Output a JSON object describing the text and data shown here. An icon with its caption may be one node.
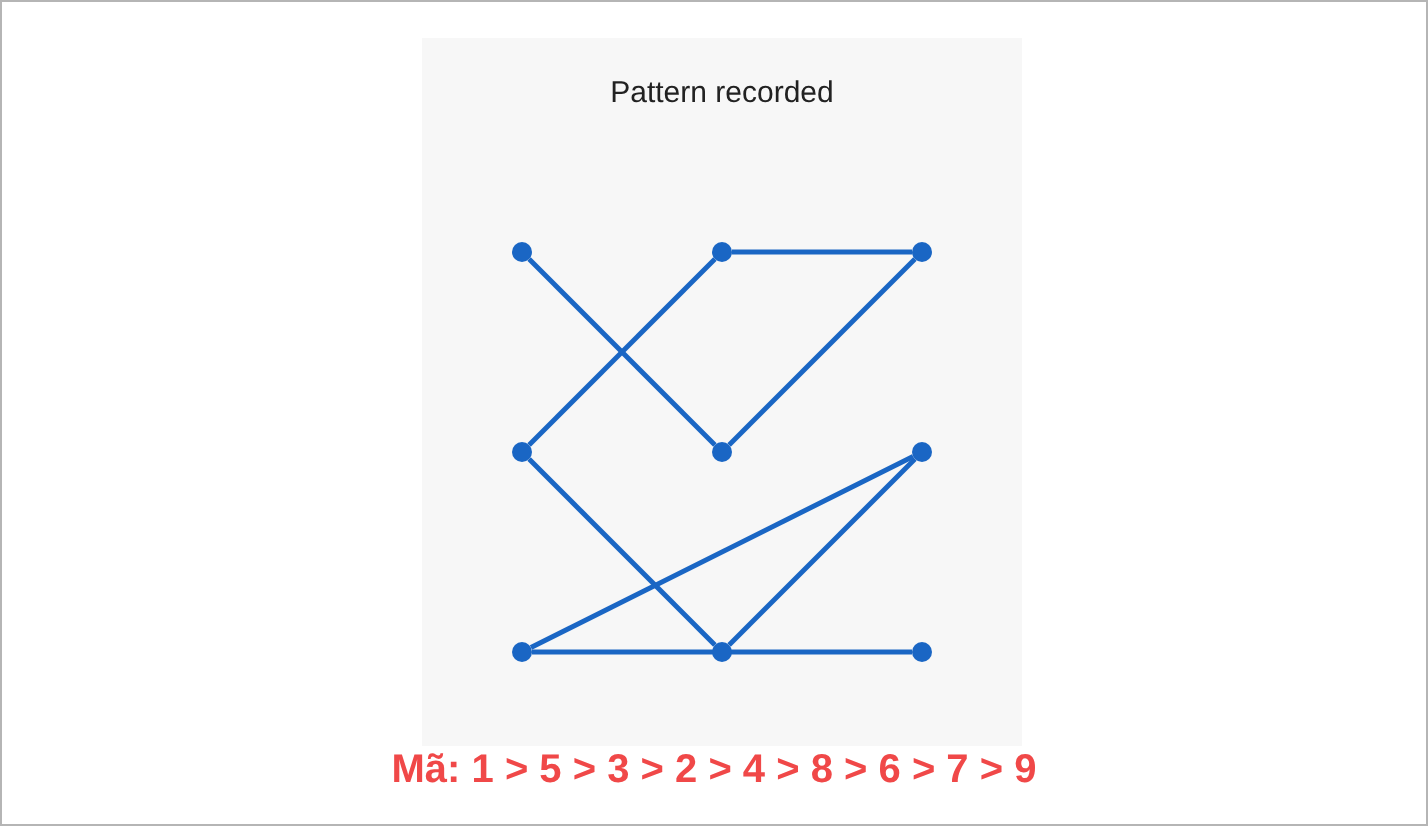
{
  "diagram": {
    "title": "Pattern recorded",
    "caption": "Mã: 1 > 5 > 3 > 2 > 4 > 8 > 6 > 7 > 9",
    "nodes": [
      {
        "text": [],
        "shape": "circle"
      },
      {
        "text": [],
        "shape": "circle"
      },
      {
        "text": [],
        "shape": "circle"
      },
      {
        "text": [],
        "shape": "circle"
      },
      {
        "text": [],
        "shape": "circle"
      },
      {
        "text": [],
        "shape": "circle"
      },
      {
        "text": [],
        "shape": "circle"
      },
      {
        "text": [],
        "shape": "circle"
      },
      {
        "text": [],
        "shape": "circle"
      }
    ],
    "edges": [
      {
        "from": 0,
        "to": 4,
        "arrow": "none"
      },
      {
        "from": 4,
        "to": 2,
        "arrow": "none"
      },
      {
        "from": 2,
        "to": 1,
        "arrow": "none"
      },
      {
        "from": 1,
        "to": 3,
        "arrow": "none"
      },
      {
        "from": 3,
        "to": 7,
        "arrow": "none"
      },
      {
        "from": 7,
        "to": 5,
        "arrow": "none"
      },
      {
        "from": 5,
        "to": 6,
        "arrow": "none"
      },
      {
        "from": 6,
        "to": 8,
        "arrow": "none"
      }
    ]
  }
}
